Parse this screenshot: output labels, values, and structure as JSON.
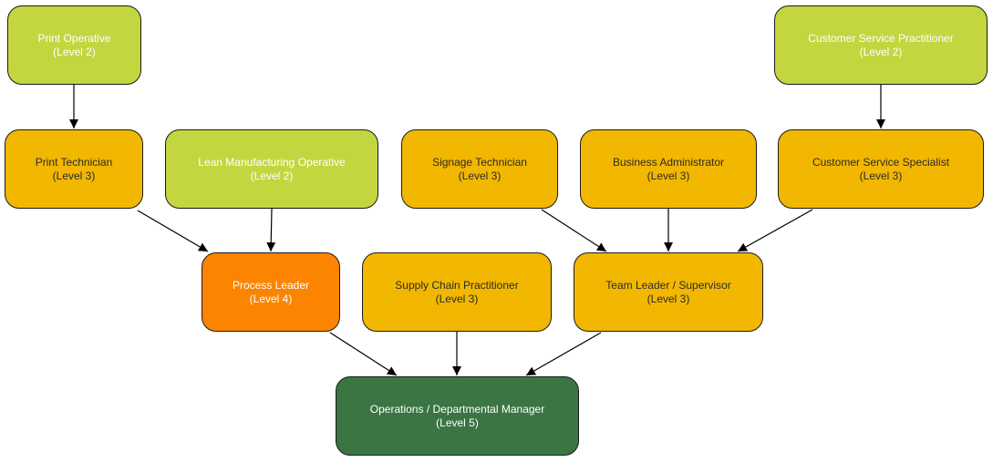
{
  "colors": {
    "level_2": "#c3d63f",
    "level_3": "#f2b700",
    "level_4": "#fb8500",
    "level_5": "#3a7543",
    "edge": "#000000"
  },
  "nodes": {
    "print_operative": {
      "title": "Print Operative",
      "level": "(Level 2)"
    },
    "cs_practitioner": {
      "title": "Customer Service Practitioner",
      "level": "(Level 2)"
    },
    "print_technician": {
      "title": "Print Technician",
      "level": "(Level 3)"
    },
    "lean_mfg": {
      "title": "Lean Manufacturing Operative",
      "level": "(Level 2)"
    },
    "signage": {
      "title": "Signage Technician",
      "level": "(Level 3)"
    },
    "business_admin": {
      "title": "Business Administrator",
      "level": "(Level 3)"
    },
    "cs_specialist": {
      "title": "Customer Service Specialist",
      "level": "(Level 3)"
    },
    "process_leader": {
      "title": "Process Leader",
      "level": "(Level 4)"
    },
    "supply_chain": {
      "title": "Supply Chain Practitioner",
      "level": "(Level 3)"
    },
    "team_leader": {
      "title": "Team Leader / Supervisor",
      "level": "(Level 3)"
    },
    "ops_manager": {
      "title": "Operations / Departmental Manager",
      "level": "(Level 5)"
    }
  },
  "edges": [
    {
      "from": "print_operative",
      "to": "print_technician"
    },
    {
      "from": "cs_practitioner",
      "to": "cs_specialist"
    },
    {
      "from": "print_technician",
      "to": "process_leader"
    },
    {
      "from": "lean_mfg",
      "to": "process_leader"
    },
    {
      "from": "signage",
      "to": "team_leader"
    },
    {
      "from": "business_admin",
      "to": "team_leader"
    },
    {
      "from": "cs_specialist",
      "to": "team_leader"
    },
    {
      "from": "process_leader",
      "to": "ops_manager"
    },
    {
      "from": "supply_chain",
      "to": "ops_manager"
    },
    {
      "from": "team_leader",
      "to": "ops_manager"
    }
  ]
}
